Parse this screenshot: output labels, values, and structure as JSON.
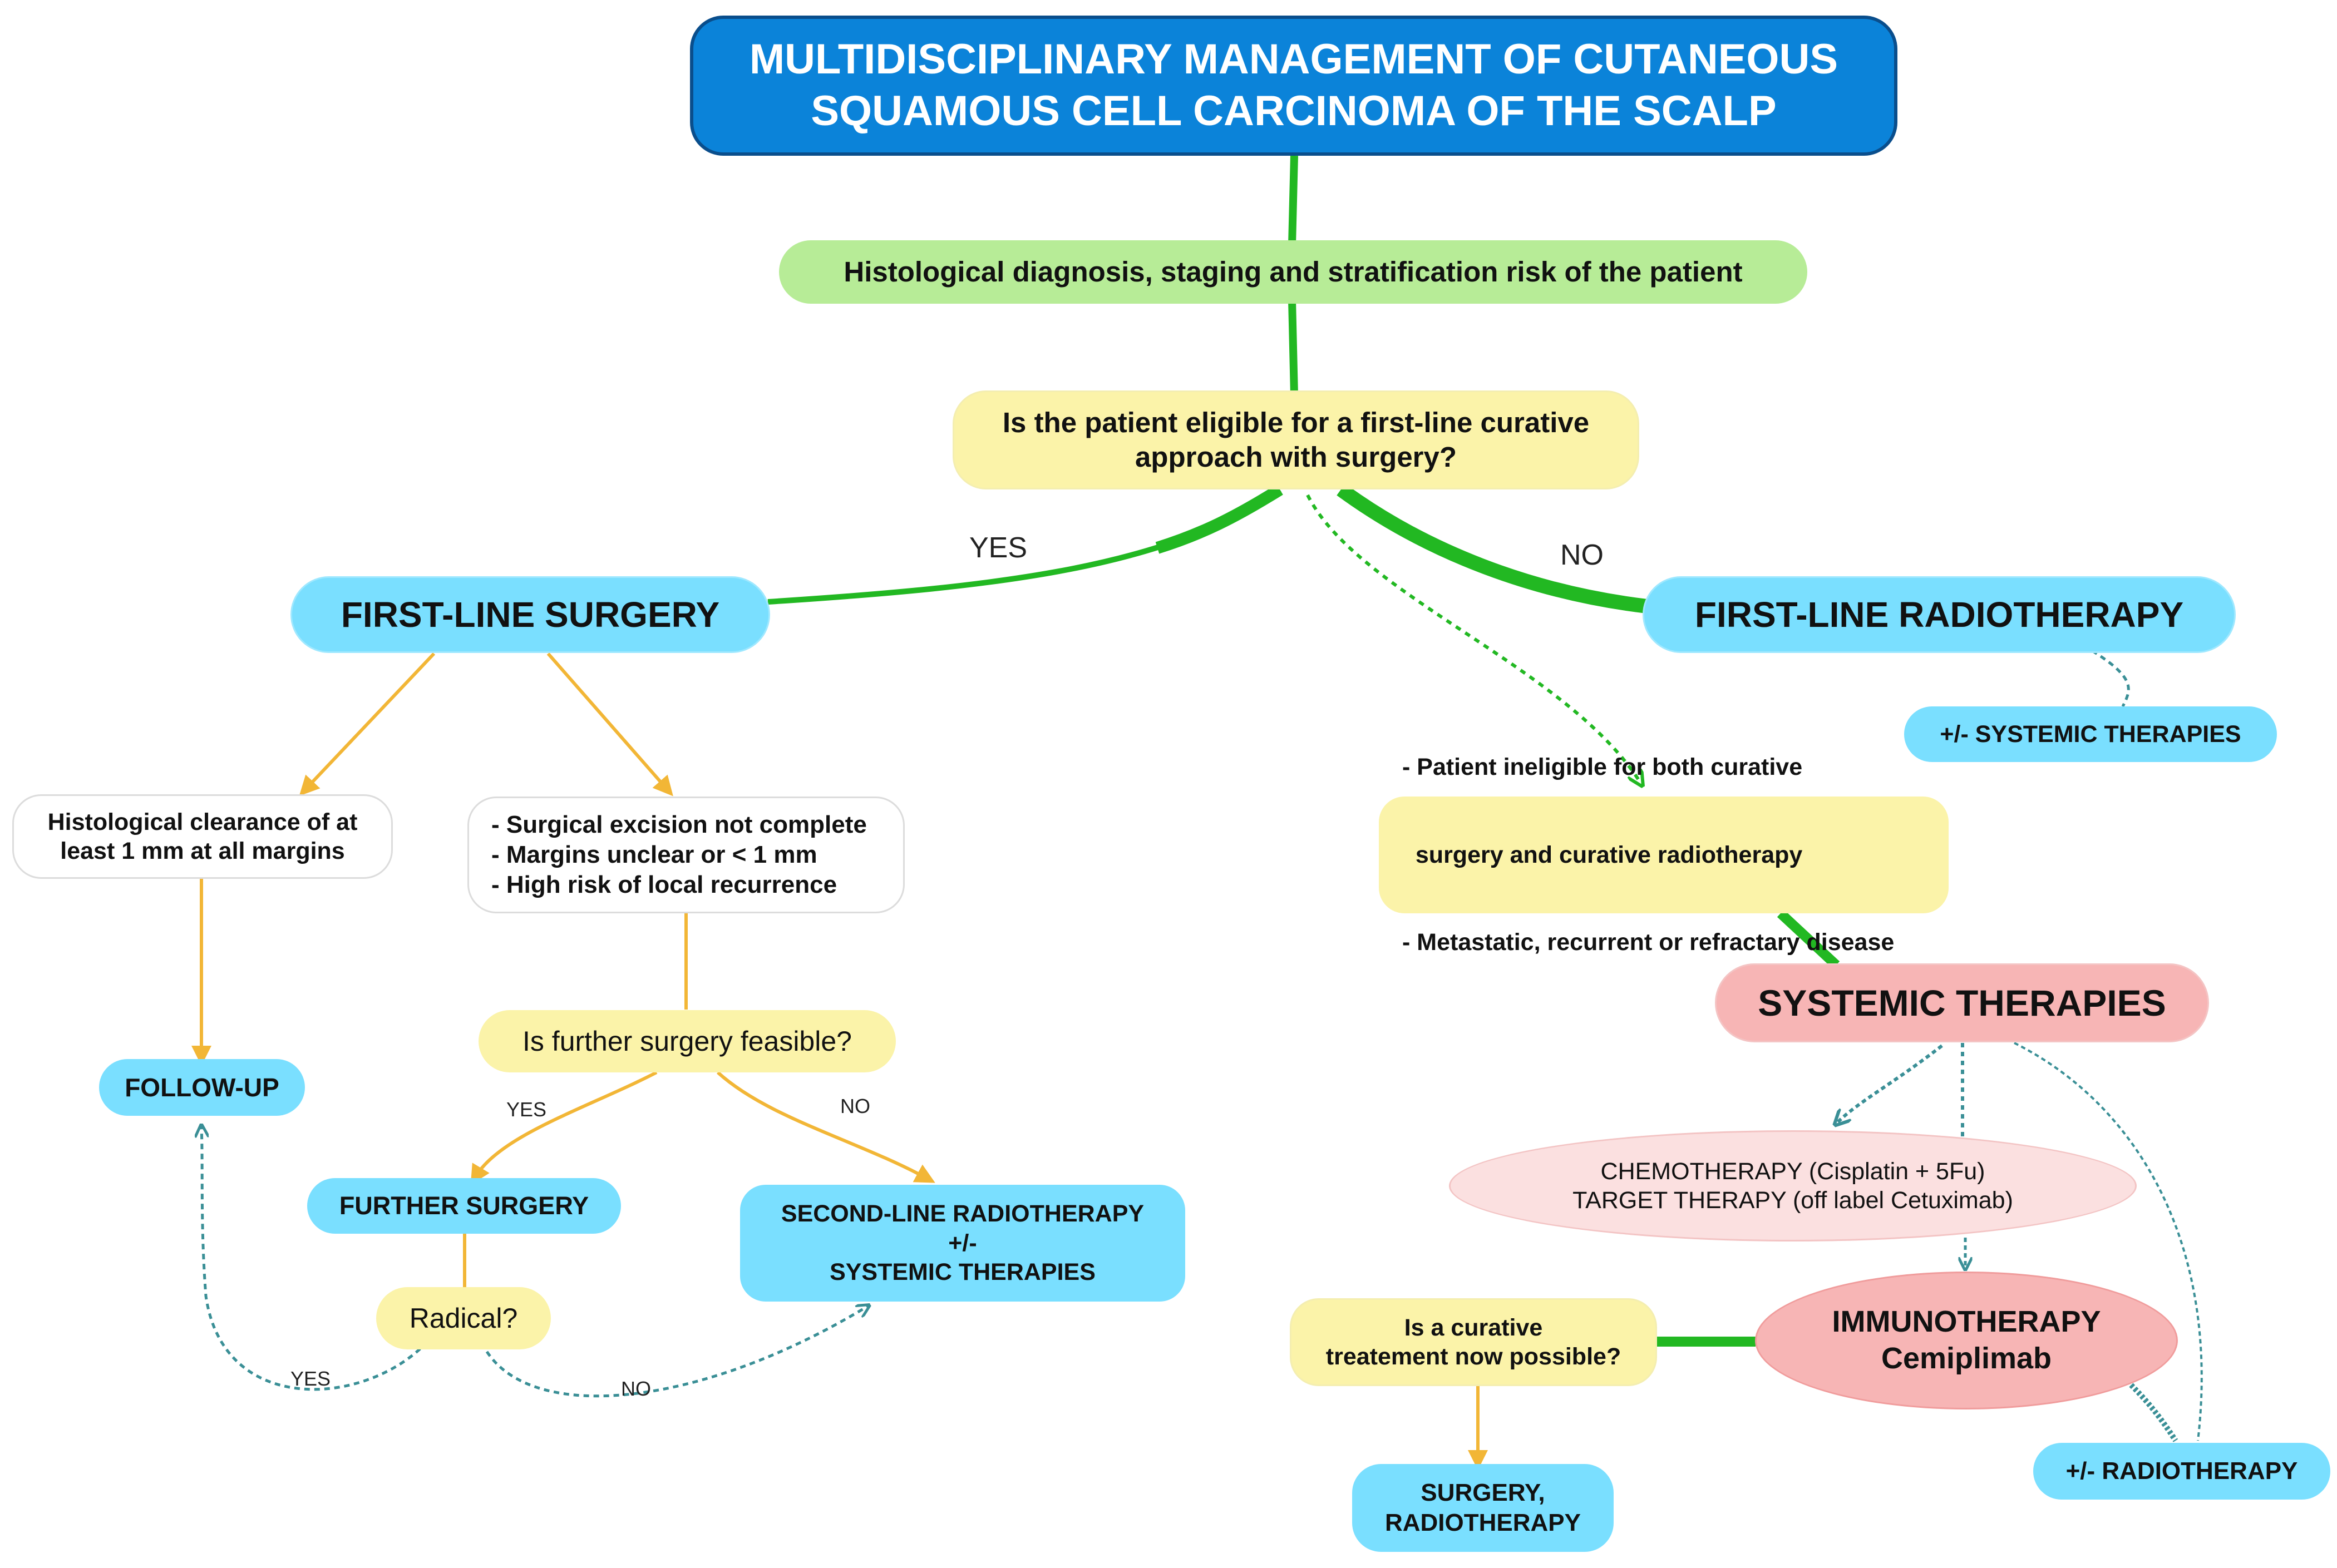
{
  "title": {
    "line1": "MULTIDISCIPLINARY MANAGEMENT OF CUTANEOUS",
    "line2": "SQUAMOUS CELL CARCINOMA OF THE SCALP"
  },
  "diagnosis": "Histological diagnosis, staging and stratification risk of the patient",
  "eligibility": {
    "line1": "Is the patient eligible for a first-line curative",
    "line2": "approach with surgery?"
  },
  "edge_labels": {
    "yes_main": "YES",
    "no_main": "NO",
    "yes_further": "YES",
    "no_further": "NO",
    "yes_radical": "YES",
    "no_radical": "NO"
  },
  "first_line_surgery": "FIRST-LINE SURGERY",
  "first_line_radiotherapy": "FIRST-LINE RADIOTHERAPY",
  "systemic_therapies_optional": "+/- SYSTEMIC THERAPIES",
  "histological_clearance": {
    "line1": "Histological clearance of at",
    "line2": "least 1 mm at all margins"
  },
  "incomplete_excision": [
    "- Surgical excision not complete",
    "- Margins unclear or < 1 mm",
    "- High risk of local recurrence"
  ],
  "follow_up": "FOLLOW-UP",
  "further_surgery_question": "Is further surgery feasible?",
  "further_surgery": "FURTHER SURGERY",
  "radical_question": "Radical?",
  "second_line": {
    "line1": "SECOND-LINE RADIOTHERAPY",
    "line2": "+/-",
    "line3": "SYSTEMIC THERAPIES"
  },
  "ineligible": [
    "- Patient ineligible for both curative",
    "  surgery and curative radiotherapy",
    "- Metastatic, recurrent or refractary disease"
  ],
  "systemic_therapies": "SYSTEMIC THERAPIES",
  "chemotherapy": {
    "line1": "CHEMOTHERAPY (Cisplatin + 5Fu)",
    "line2": "TARGET THERAPY (off label Cetuximab)"
  },
  "immunotherapy": {
    "line1": "IMMUNOTHERAPY",
    "line2": "Cemiplimab"
  },
  "curative_question": {
    "line1": "Is a curative",
    "line2": "treatement now possible?"
  },
  "surgery_radiotherapy": {
    "line1": "SURGERY,",
    "line2": "RADIOTHERAPY"
  },
  "radiotherapy_optional": "+/- RADIOTHERAPY",
  "colors": {
    "title_fill": "#0b83d9",
    "title_border": "#0a4e8c",
    "green_box": "#b7ec97",
    "yellow_box": "#fbf3a9",
    "blue_box": "#7adfff",
    "pink_box": "#f7b5b5",
    "pink_light": "#fbe0e0",
    "green_line": "#22b822",
    "orange_line": "#f2b636",
    "teal_dashed": "#3a8f96"
  }
}
